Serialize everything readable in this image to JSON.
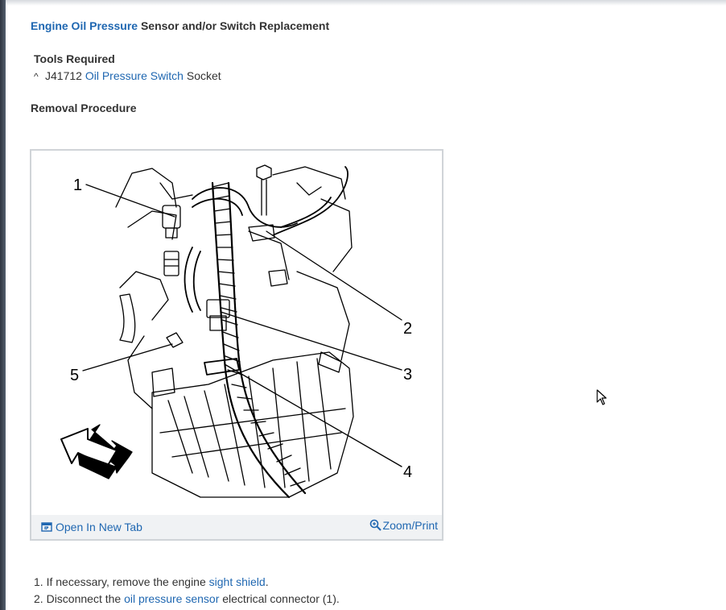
{
  "title": {
    "link": "Engine Oil Pressure",
    "rest": " Sensor and/or Switch Replacement"
  },
  "tools": {
    "heading": "Tools Required",
    "caret": "^",
    "part_number": "J41712 ",
    "link": "Oil Pressure Switch",
    "rest": " Socket"
  },
  "removal_heading": "Removal Procedure",
  "figure": {
    "callouts": [
      "1",
      "2",
      "3",
      "4",
      "5"
    ],
    "open_tab_label": "Open In New Tab",
    "open_tab_icon": "open-in-new-tab-icon",
    "zoom_label": "Zoom/Print",
    "zoom_icon": "magnifier-icon"
  },
  "steps": [
    {
      "num": "1. ",
      "pre": "If necessary, remove the engine ",
      "link": "sight shield",
      "post": "."
    },
    {
      "num": "2. ",
      "pre": "Disconnect the ",
      "link": "oil pressure sensor",
      "post": " electrical connector (1)."
    }
  ],
  "colors": {
    "link": "#1f67b1",
    "text": "#333333",
    "footer_bg": "#f0f2f4"
  }
}
